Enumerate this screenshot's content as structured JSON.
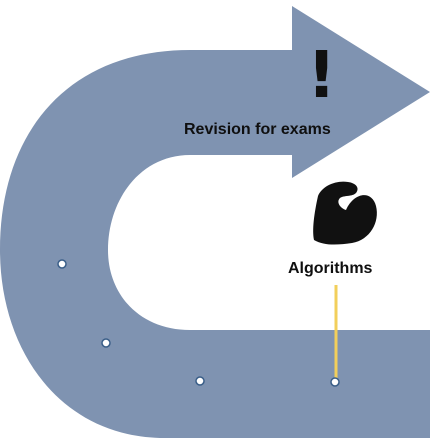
{
  "diagram": {
    "labels": {
      "revision": "Revision for exams",
      "algorithms": "Algorithms"
    },
    "icons": {
      "exclaim_glyph": "!",
      "milestone_icon": "flexed-biceps",
      "marker": "circle-dot"
    },
    "colors": {
      "arrow_fill": "#7f93b1",
      "connector_line": "#f2cf5b",
      "dot_fill": "#ffffff",
      "dot_stroke": "#3a5e88",
      "text": "#0f0f0f"
    }
  }
}
